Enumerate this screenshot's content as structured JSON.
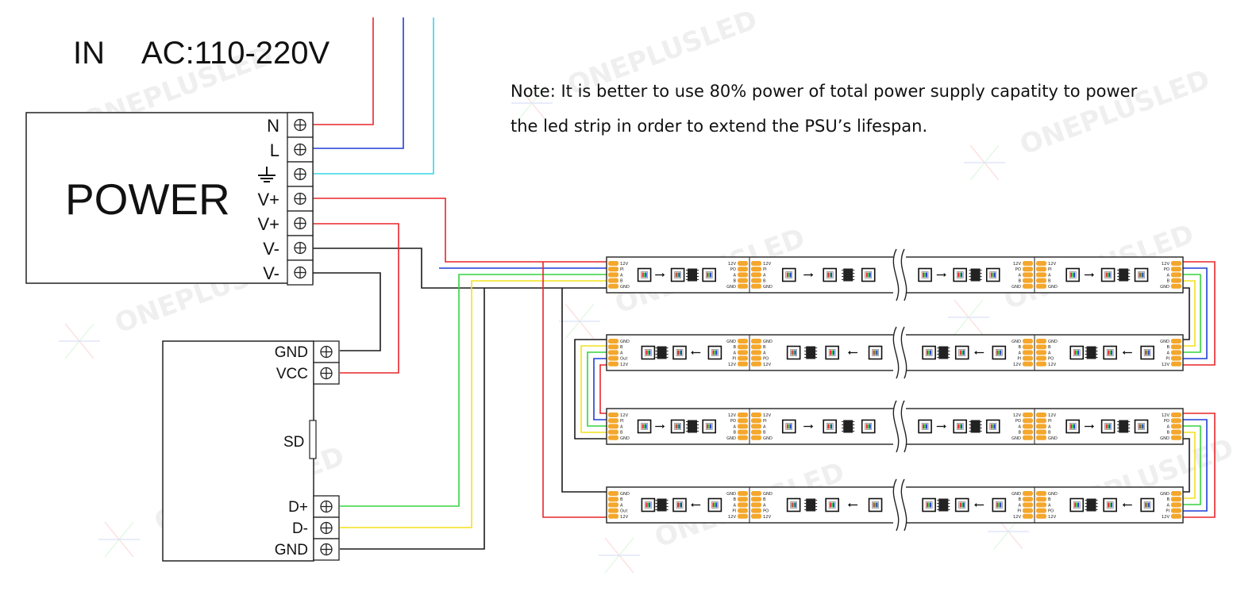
{
  "input": {
    "prefix": "IN",
    "voltage": "AC:110-220V"
  },
  "power_supply": {
    "label": "POWER",
    "terminals": [
      "N",
      "L",
      "⏚",
      "V+",
      "V+",
      "V-",
      "V-"
    ]
  },
  "note": {
    "line1": "Note: It is better to use 80% power of total power supply capatity to power",
    "line2": "the led strip in order to extend the PSU’s lifespan."
  },
  "controller": {
    "top_terminals": [
      "GND",
      "VCC"
    ],
    "sd_label": "SD",
    "bottom_terminals": [
      "D+",
      "D-",
      "GND"
    ]
  },
  "strip": {
    "pads_forward": [
      "12V",
      "PI",
      "A",
      "B",
      "GND"
    ],
    "pads_out": [
      "12V",
      "PO",
      "A",
      "B",
      "GND"
    ],
    "pads_reverse": [
      "GND",
      "B",
      "A",
      "PI",
      "12V"
    ],
    "pads_reverse_out": [
      "GND",
      "B",
      "A",
      "PO",
      "12V"
    ],
    "pads_reverse_first": [
      "GND",
      "B",
      "A",
      "Out",
      "12V"
    ]
  },
  "watermark": "ONEPLUSLED",
  "colors": {
    "red": "#e8262a",
    "blue": "#1f3fd6",
    "cyan": "#37d6e6",
    "green": "#37d33f",
    "yellow": "#f2e21b",
    "black": "#1a1a1a",
    "pad": "#f4a72c"
  }
}
